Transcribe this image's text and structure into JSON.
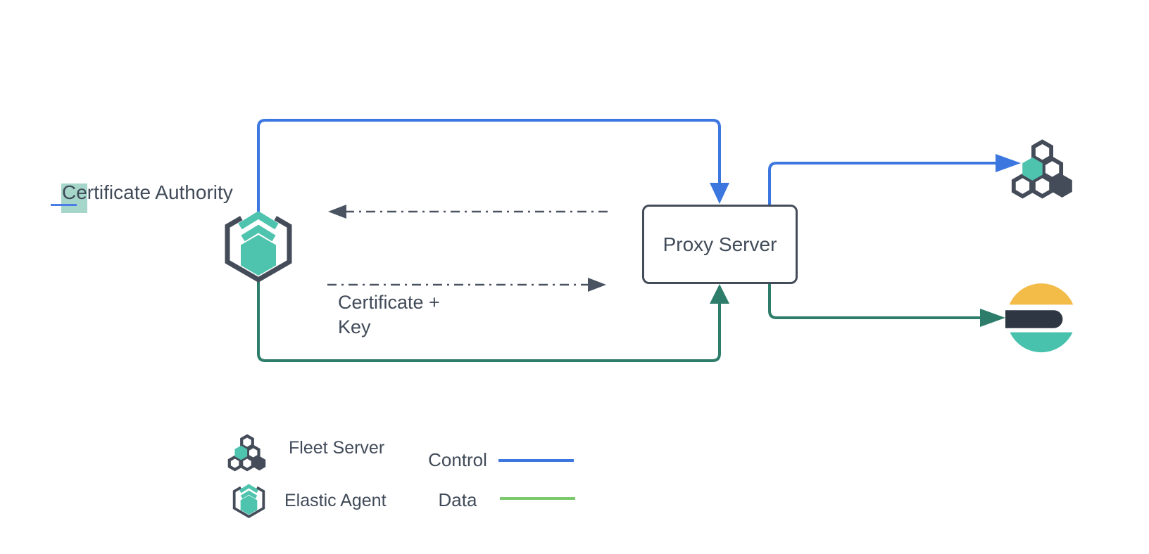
{
  "nodes": {
    "certificate_authority": {
      "label": "Certificate Authority"
    },
    "proxy_server": {
      "label": "Proxy Server"
    },
    "certificate_key": {
      "line1": "Certificate +",
      "line2": "Key"
    }
  },
  "legend": {
    "items": [
      {
        "icon": "fleet-server-icon",
        "label": "Fleet Server"
      },
      {
        "icon": "elastic-agent-icon",
        "label": "Elastic Agent"
      }
    ],
    "flows": [
      {
        "label": "Control",
        "color": "#3c77e0"
      },
      {
        "label": "Data",
        "color": "#7cc96e"
      }
    ]
  },
  "icons": {
    "elastic_agent": "elastic-agent-icon",
    "fleet_server": "fleet-server-icon",
    "elasticsearch": "elasticsearch-icon"
  },
  "colors": {
    "control": "#3c77e0",
    "data": "#2e7d6b",
    "legend_data": "#7cc96e",
    "dash": "#4a5361",
    "slate": "#454c59",
    "text": "#414b59",
    "teal": "#4ec3ae",
    "es_yellow": "#f3bc49",
    "es_dark": "#2d3642",
    "es_teal": "#48c2ad",
    "selection_highlight": "#a5d6c9",
    "caret_blue": "#4a7de8"
  }
}
